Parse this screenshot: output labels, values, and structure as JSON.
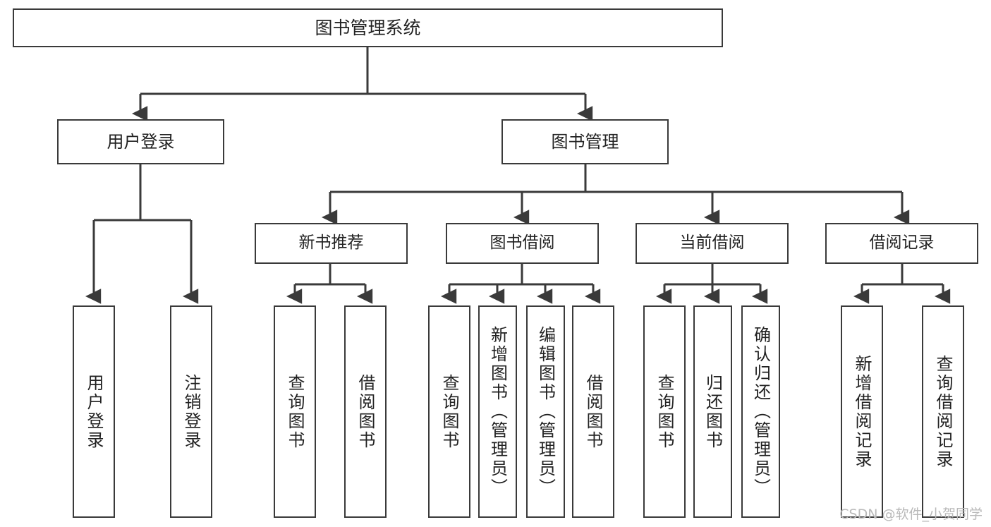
{
  "diagram": {
    "title": "图书管理系统",
    "watermark": "CSDN @软件_小贺同学",
    "colors": {
      "background": "#ffffff",
      "box_border": "#3a3a3a",
      "connector": "#3a3a3a",
      "text": "#222222",
      "watermark": "#b9b9b9"
    },
    "nodes": {
      "root": {
        "label": "图书管理系统"
      },
      "level2": [
        {
          "label": "用户登录"
        },
        {
          "label": "图书管理"
        }
      ],
      "level3": [
        {
          "label": "新书推荐"
        },
        {
          "label": "图书借阅"
        },
        {
          "label": "当前借阅"
        },
        {
          "label": "借阅记录"
        }
      ],
      "leaves": [
        {
          "label": "用户登录"
        },
        {
          "label": "注销登录"
        },
        {
          "label": "查询图书"
        },
        {
          "label": "借阅图书"
        },
        {
          "label": "查询图书"
        },
        {
          "label": "新增图书（管理员）"
        },
        {
          "label": "编辑图书（管理员）"
        },
        {
          "label": "借阅图书"
        },
        {
          "label": "查询图书"
        },
        {
          "label": "归还图书"
        },
        {
          "label": "确认归还（管理员）"
        },
        {
          "label": "新增借阅记录"
        },
        {
          "label": "查询借阅记录"
        }
      ]
    }
  }
}
